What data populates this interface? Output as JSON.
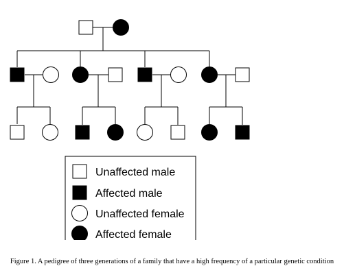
{
  "colors": {
    "affected": "#000000",
    "unaffected": "#ffffff",
    "line": "#000000"
  },
  "pedigree": {
    "generations": [
      {
        "couples": [
          {
            "partners": [
              {
                "sex": "male",
                "affected": false
              },
              {
                "sex": "female",
                "affected": true
              }
            ]
          }
        ]
      },
      {
        "couples": [
          {
            "partners": [
              {
                "sex": "male",
                "affected": true
              },
              {
                "sex": "female",
                "affected": false
              }
            ]
          },
          {
            "partners": [
              {
                "sex": "female",
                "affected": true
              },
              {
                "sex": "male",
                "affected": false
              }
            ]
          },
          {
            "partners": [
              {
                "sex": "male",
                "affected": true
              },
              {
                "sex": "female",
                "affected": false
              }
            ]
          },
          {
            "partners": [
              {
                "sex": "female",
                "affected": true
              },
              {
                "sex": "male",
                "affected": false
              }
            ]
          }
        ]
      },
      {
        "sibships": [
          [
            {
              "sex": "male",
              "affected": false
            },
            {
              "sex": "female",
              "affected": false
            }
          ],
          [
            {
              "sex": "male",
              "affected": true
            },
            {
              "sex": "female",
              "affected": true
            }
          ],
          [
            {
              "sex": "female",
              "affected": false
            },
            {
              "sex": "male",
              "affected": false
            }
          ],
          [
            {
              "sex": "female",
              "affected": true
            },
            {
              "sex": "male",
              "affected": true
            }
          ]
        ]
      }
    ]
  },
  "legend": {
    "items": [
      {
        "symbol": "square",
        "filled": false,
        "label": "Unaffected male"
      },
      {
        "symbol": "square",
        "filled": true,
        "label": "Affected male"
      },
      {
        "symbol": "circle",
        "filled": false,
        "label": "Unaffected female"
      },
      {
        "symbol": "circle",
        "filled": true,
        "label": "Affected female"
      }
    ]
  },
  "caption": "Figure 1. A pedigree of three generations of a family that have a high frequency of a particular genetic condition"
}
